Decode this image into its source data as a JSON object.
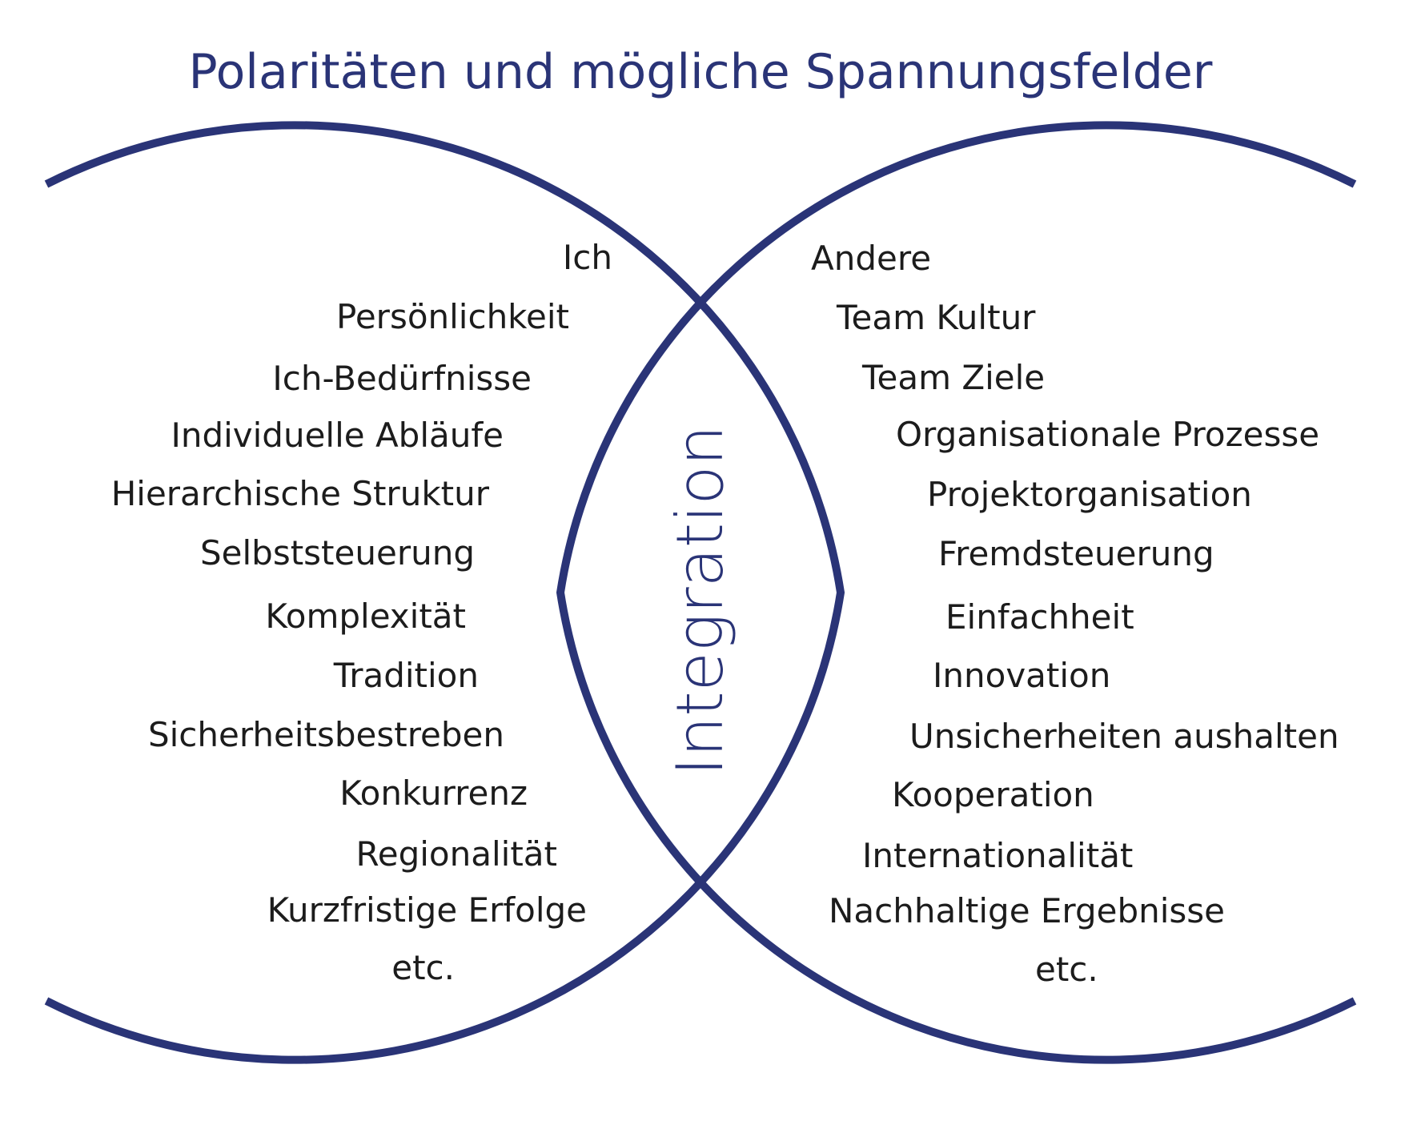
{
  "title": "Polaritäten und mögliche Spannungsfelder",
  "center_label": "Integration",
  "left_terms": [
    "Ich",
    "Persönlichkeit",
    "Ich-Bedürfnisse",
    "Individuelle Abläufe",
    "Hierarchische Struktur",
    "Selbststeuerung",
    "Komplexität",
    "Tradition",
    "Sicherheitsbestreben",
    "Konkurrenz",
    "Regionalität",
    "Kurzfristige Erfolge",
    "etc."
  ],
  "right_terms": [
    "Andere",
    "Team Kultur",
    "Team Ziele",
    "Organisationale Prozesse",
    "Projektorganisation",
    "Fremdsteuerung",
    "Einfachheit",
    "Innovation",
    "Unsicherheiten aushalten",
    "Kooperation",
    "Internationalität",
    "Nachhaltige Ergebnisse",
    "etc."
  ],
  "colors": {
    "accent": "#2a3477",
    "text": "#1c1c1c",
    "background": "#ffffff"
  }
}
